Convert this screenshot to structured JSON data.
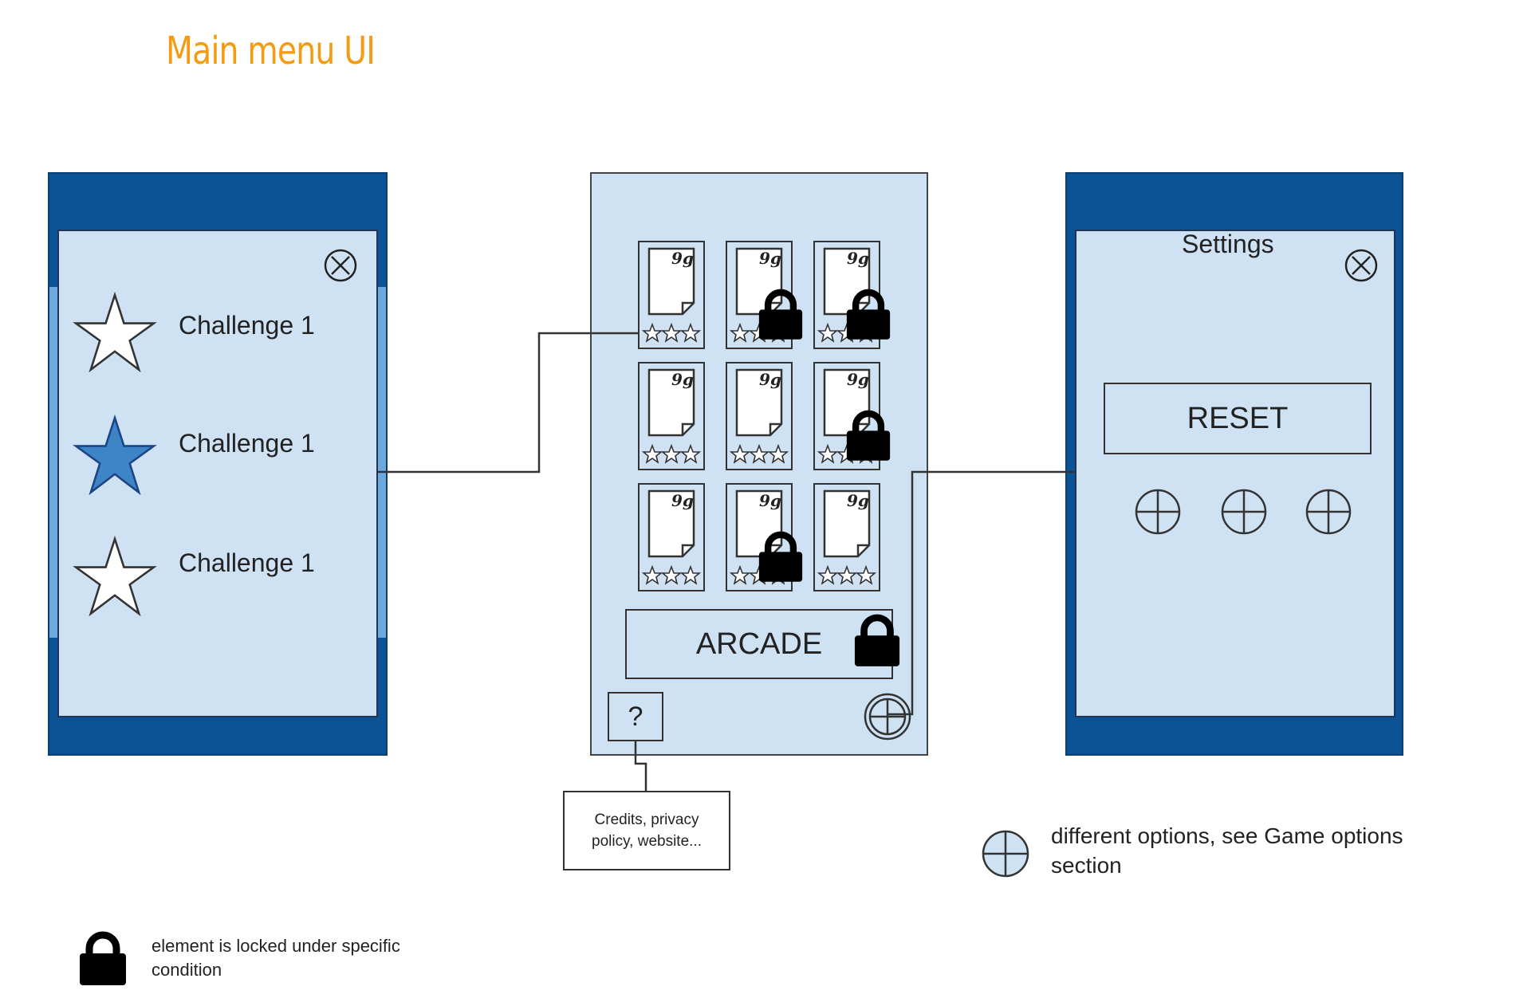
{
  "title": "Main menu UI",
  "challenges_panel": {
    "items": [
      {
        "label": "Challenge 1",
        "star": "empty-star"
      },
      {
        "label": "Challenge 1",
        "star": "filled-star"
      },
      {
        "label": "Challenge 1",
        "star": "empty-star"
      }
    ]
  },
  "main_panel": {
    "level_label": "9g",
    "arcade_label": "ARCADE",
    "help_label": "?"
  },
  "settings_panel": {
    "title": "Settings",
    "reset_label": "RESET"
  },
  "notes": {
    "credits": "Credits, privacy policy, website..."
  },
  "legend": {
    "options_text": "different options, see Game options section",
    "lock_text": "element is locked under specific condition"
  },
  "colors": {
    "title": "#f39c12",
    "panel_dark": "#0b5394",
    "panel_light": "#cfe2f3",
    "star_fill": "#3d85c6"
  }
}
